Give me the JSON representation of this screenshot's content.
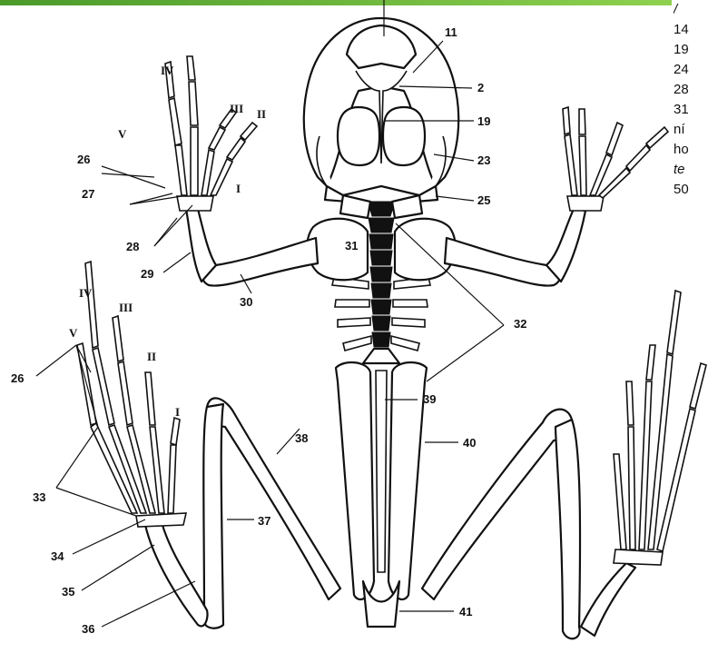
{
  "header_bar": {
    "color_start": "#4a9a2a",
    "color_end": "#8fd14f"
  },
  "side_text": [
    {
      "text": "/",
      "italic": true
    },
    {
      "text": "14"
    },
    {
      "text": "19"
    },
    {
      "text": "24"
    },
    {
      "text": "28"
    },
    {
      "text": "31"
    },
    {
      "text": "ní"
    },
    {
      "text": "ho"
    },
    {
      "text": "te",
      "italic": true
    },
    {
      "text": "50"
    }
  ],
  "labels": {
    "l11": "11",
    "l2": "2",
    "l19": "19",
    "l23": "23",
    "l25": "25",
    "l31": "31",
    "l32": "32",
    "hand_IV": "IV",
    "hand_V": "V",
    "hand_III": "III",
    "hand_II": "II",
    "hand_I": "I",
    "l26_hand": "26",
    "l27": "27",
    "l28": "28",
    "l29": "29",
    "l30": "30",
    "foot_IV": "IV",
    "foot_V": "V",
    "foot_III": "III",
    "foot_II": "II",
    "foot_I": "I",
    "l26_foot": "26",
    "l33": "33",
    "l34": "34",
    "l35": "35",
    "l36": "36",
    "l37": "37",
    "l38": "38",
    "l39": "39",
    "l40": "40",
    "l41": "41"
  }
}
